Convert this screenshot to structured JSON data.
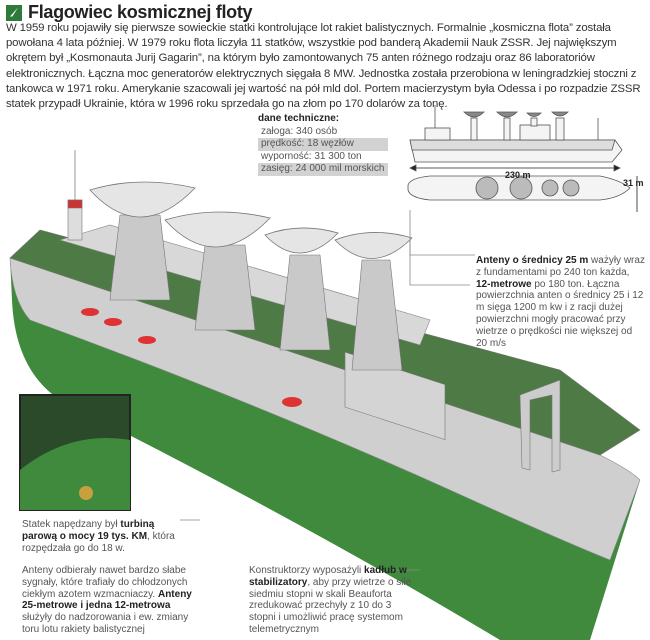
{
  "title": "Flagowiec kosmicznej floty",
  "intro": "W 1959 roku pojawiły się pierwsze sowieckie statki kontrolujące lot rakiet balistycznych. Formalnie „kosmiczna flota” została powołana 4 lata później. W 1979 roku flota liczyła 11 statków, wszystkie pod banderą Akademii Nauk ZSSR. Jej największym okrętem był „Kosmonauta Jurij Gagarin”, na którym było zamontowanych 75 anten różnego rodzaju oraz 86 laboratoriów elektronicznych. Łączna moc generatorów elektrycznych sięgała 8 MW. Jednostka została przerobiona w leningradzkiej stoczni z tankowca w 1971 roku. Amerykanie szacowali jej wartość na pół mld dol. Portem macierzystym była Odessa i po rozpadzie ZSSR statek przypadł Ukrainie, która w 1996 roku sprzedała go na złom po 170 dolarów za tonę.",
  "tech": {
    "heading": "dane techniczne:",
    "rows": [
      "załoga: 340 osób",
      "prędkość: 18 węzłów",
      "wyporność: 31 300 ton",
      "zasięg: 24 000 mil morskich"
    ]
  },
  "dimensions": {
    "length": "230 m",
    "width": "31 m"
  },
  "notes": {
    "antennas": {
      "b1": "Anteny o średnicy 25 m",
      "t1": " ważyły wraz z fundamentami po 240 ton każda, ",
      "b2": "12-metrowe",
      "t2": " po 180 ton. Łączna powierzchnia anten o średnicy 25 i 12 m sięga 1200 m kw i z racji dużej powierzchni mogły pracować przy wietrze o prędkości nie większej od 20 m/s"
    },
    "turbine": {
      "t1": "Statek napędzany był ",
      "b1": "turbiną parową o mocy 19 tys. KM",
      "t2": ", która rozpędzała go do 18 w."
    },
    "signals": {
      "t1": "Anteny odbierały nawet bardzo słabe sygnały, które trafiały do chłodzonych ciekłym azotem wzmacniaczy. ",
      "b1": "Anteny 25-metrowe i jedna 12-metrowa",
      "t2": " służyły do nadzorowania i ew. zmiany toru lotu rakiety balistycznej"
    },
    "stabilizers": {
      "t1": "Konstruktorzy wyposażyli ",
      "b1": "kadłub w stabilizatory",
      "t2": ", aby przy wietrze o sile siedmiu stopni w skali Beauforta zredukować przechyły z 10 do 3 stopni i umożliwić pracę systemom telemetrycznym"
    }
  },
  "colors": {
    "hull_green": "#3f8a3c",
    "deck_green": "#4d7a45",
    "grey": "#c9c9c9",
    "logo": "#2d7a3a"
  }
}
